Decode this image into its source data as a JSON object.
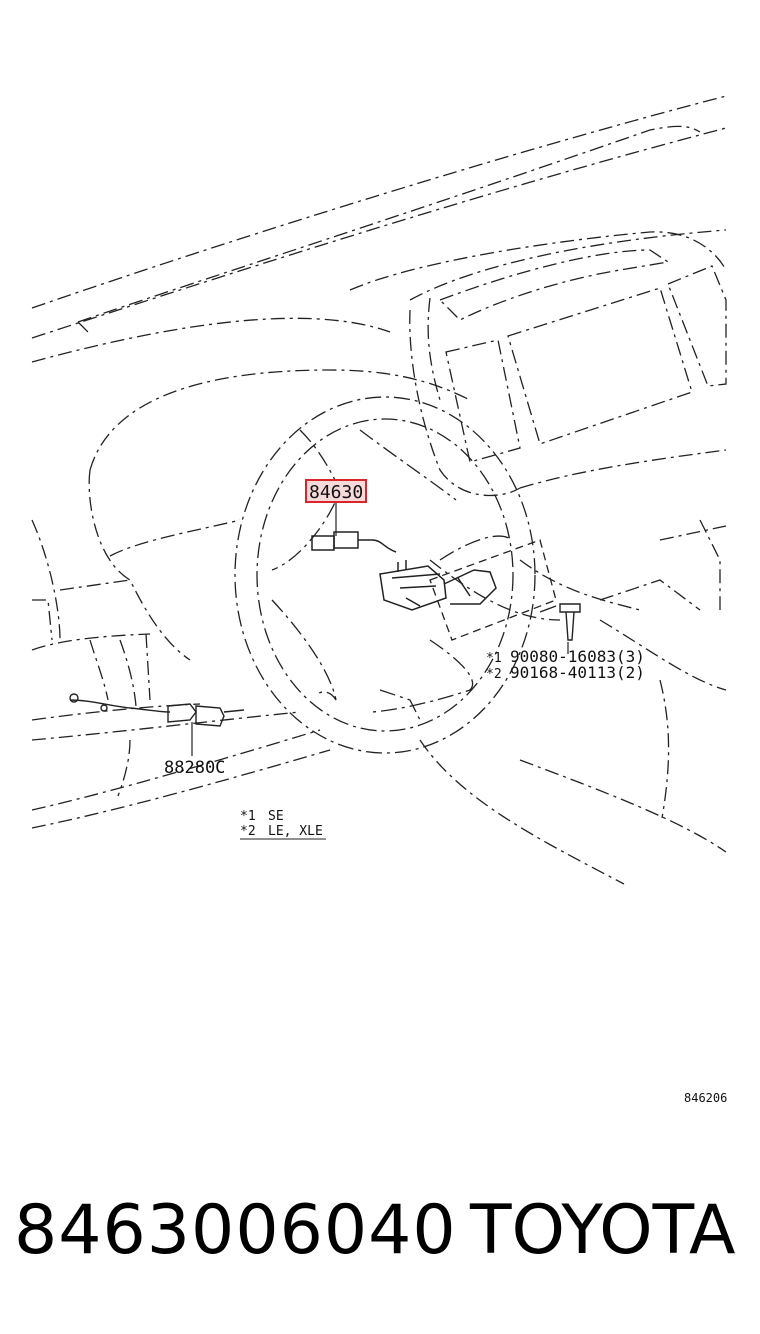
{
  "diagram": {
    "callouts": {
      "part_highlighted": "84630",
      "part_connector": "88280C",
      "bolt_1_mark": "*1",
      "bolt_1": "90080-16083(3)",
      "bolt_2_mark": "*2",
      "bolt_2": "90168-40113(2)"
    },
    "notes": [
      {
        "mark": "*1",
        "text": "SE"
      },
      {
        "mark": "*2",
        "text": "LE, XLE"
      }
    ],
    "figure_id": "846206",
    "highlight_color": "#d9262b"
  },
  "footer": {
    "part_number": "8463006040",
    "brand": "TOYOTA"
  }
}
